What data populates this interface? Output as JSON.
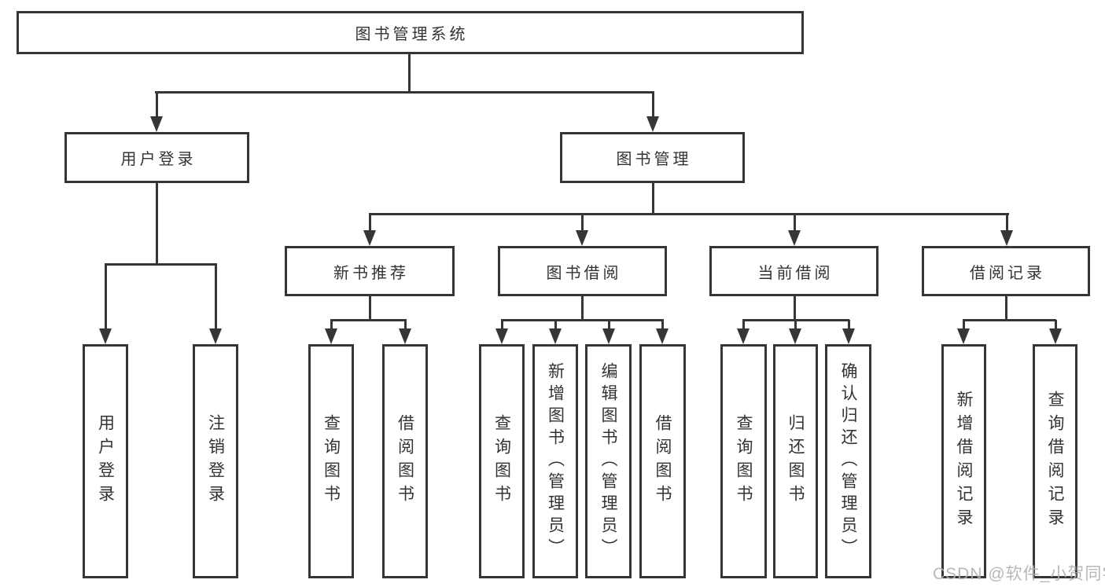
{
  "diagram": {
    "title_node": {
      "label": "图书管理系统"
    },
    "level2": [
      {
        "label": "用户登录"
      },
      {
        "label": "图书管理"
      }
    ],
    "level3": [
      {
        "label": "新书推荐"
      },
      {
        "label": "图书借阅"
      },
      {
        "label": "当前借阅"
      },
      {
        "label": "借阅记录"
      }
    ],
    "leaves": {
      "user_login": [
        "用户登录",
        "注销登录"
      ],
      "new_book": [
        "查询图书",
        "借阅图书"
      ],
      "borrow": [
        "查询图书",
        "新增图书（管理员）",
        "编辑图书（管理员）",
        "借阅图书"
      ],
      "current": [
        "查询图书",
        "归还图书",
        "确认归还（管理员）"
      ],
      "records": [
        "新增借阅记录",
        "查询借阅记录"
      ]
    },
    "colors": {
      "line": "#363636",
      "text": "#333333",
      "background": "#ffffff",
      "watermark_text": "#b0b0b0"
    },
    "watermark": "CSDN @软件_小贺同学"
  }
}
